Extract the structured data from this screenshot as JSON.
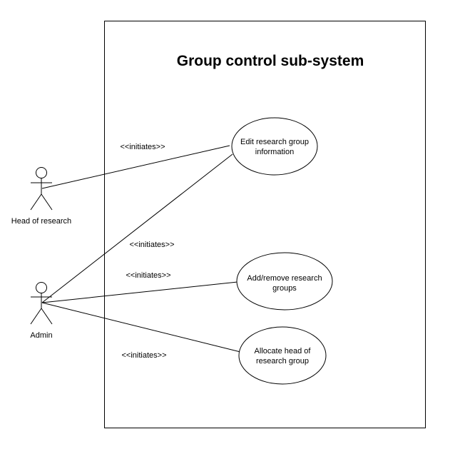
{
  "diagram": {
    "system_title": "Group control sub-system",
    "actors": {
      "head_of_research": "Head of research",
      "admin": "Admin"
    },
    "use_cases": {
      "edit_info": [
        "Edit research group",
        "information"
      ],
      "add_remove": [
        "Add/remove research",
        "groups"
      ],
      "allocate_head": [
        "Allocate head of",
        "research group"
      ]
    },
    "relationships": {
      "initiates_1": "<<initiates>>",
      "initiates_2": "<<initiates>>",
      "initiates_3": "<<initiates>>",
      "initiates_4": "<<initiates>>"
    }
  }
}
